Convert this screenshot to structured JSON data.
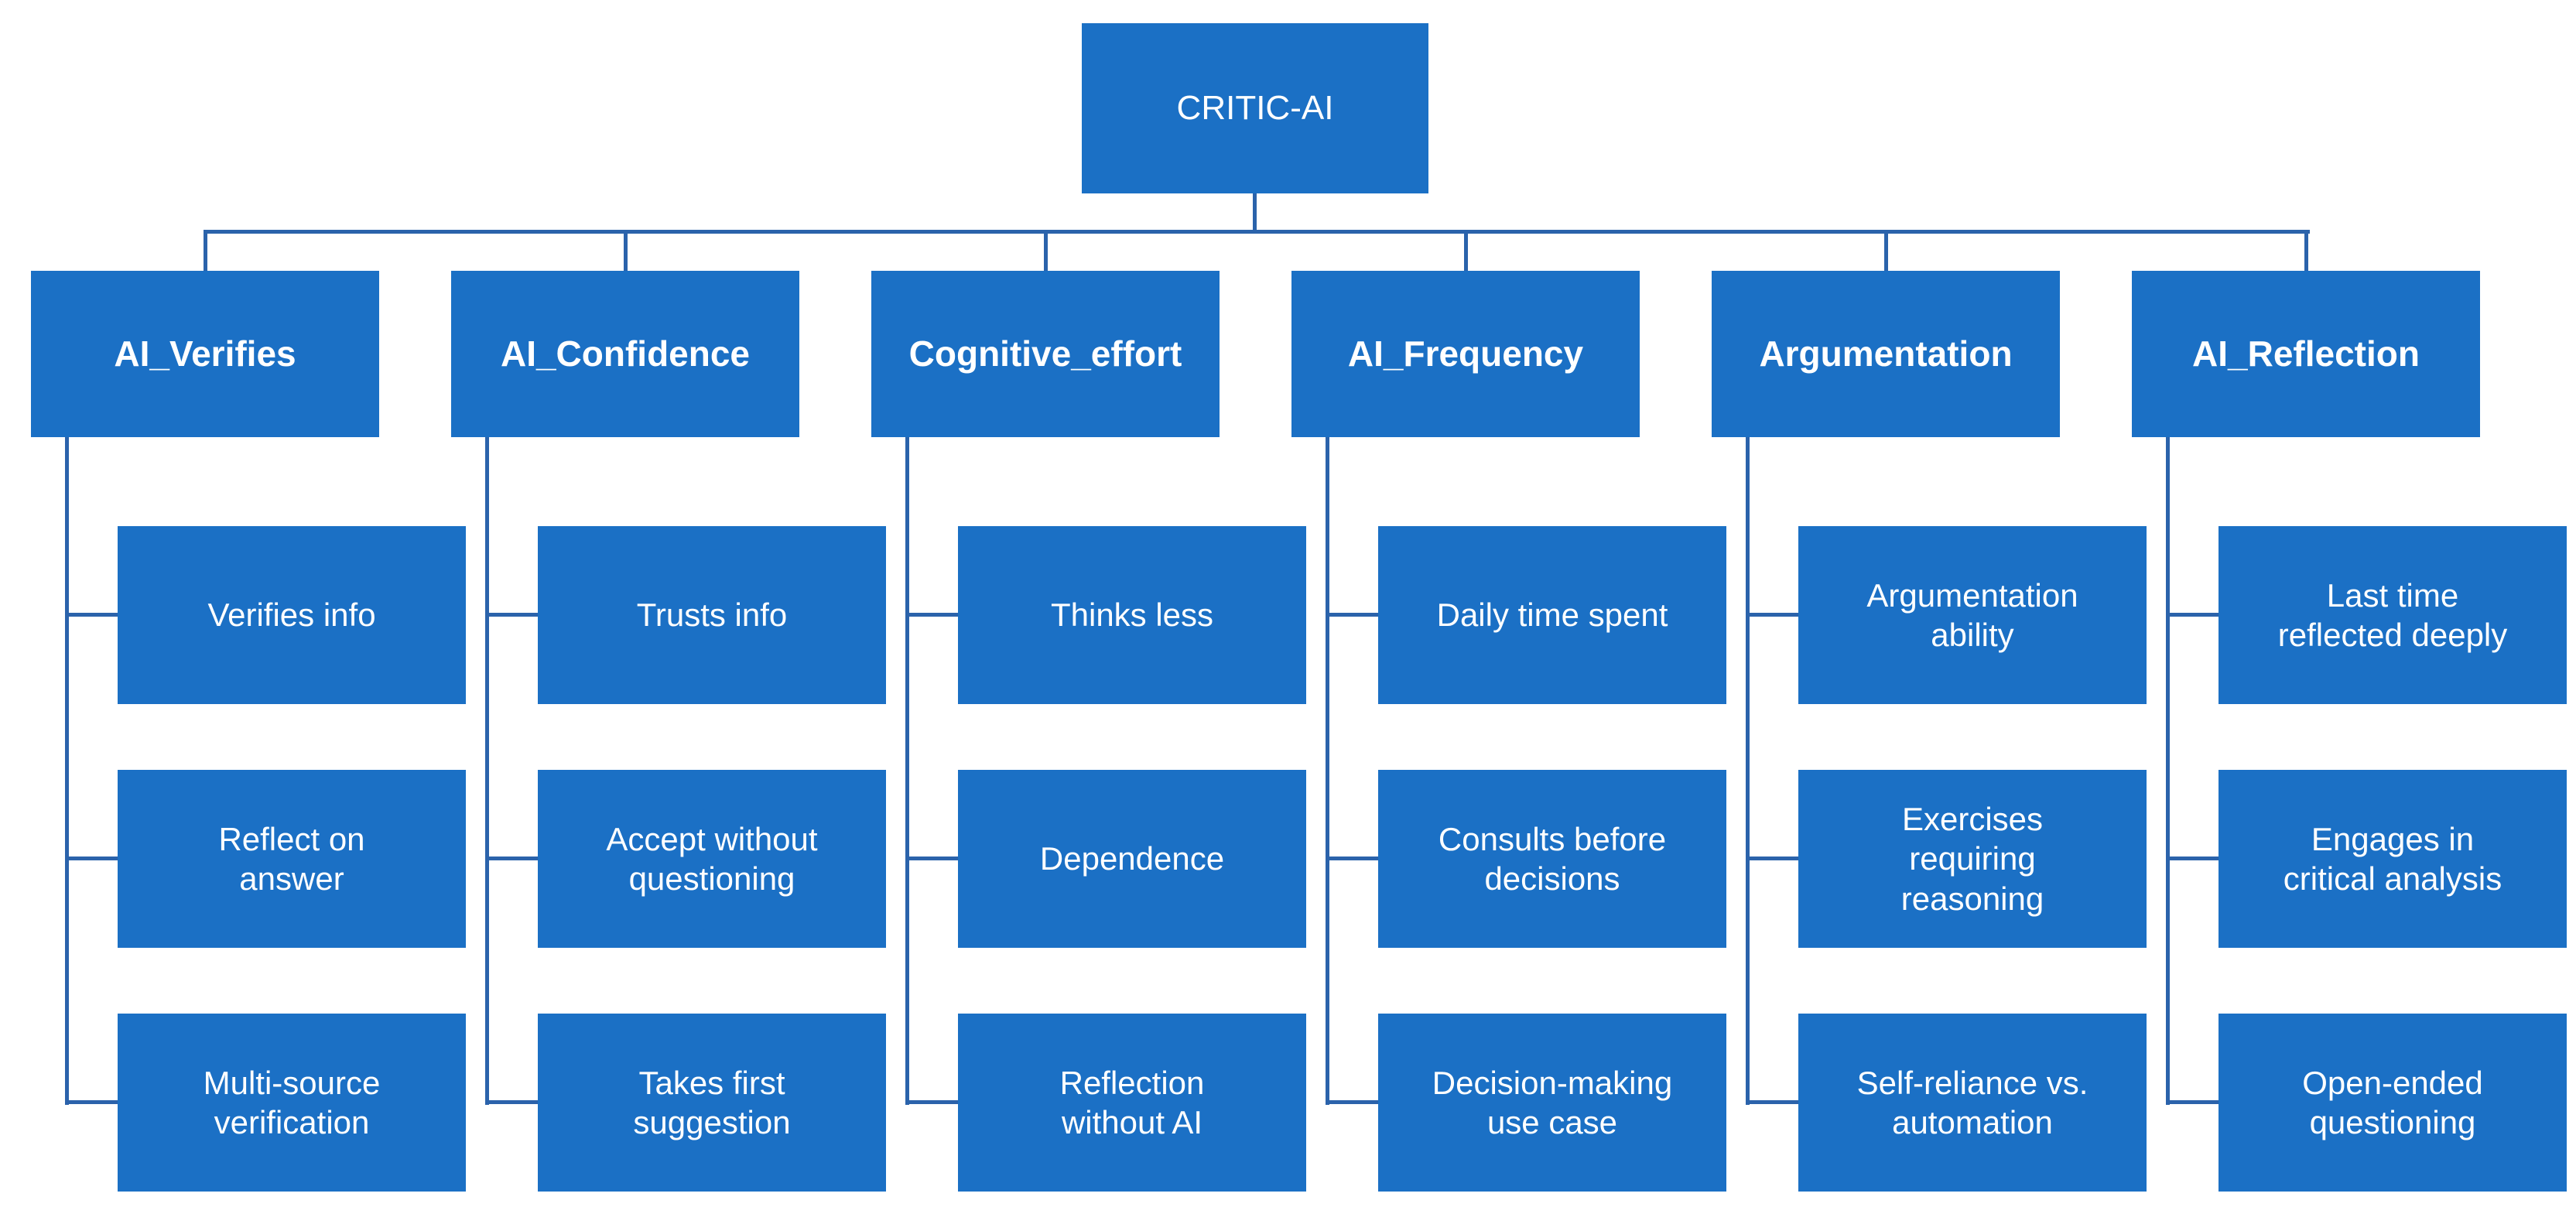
{
  "colors": {
    "node_fill": "#1b70c5",
    "node_text": "#ffffff",
    "connector": "#2b63ab",
    "background": "#ffffff"
  },
  "tree": {
    "root": "CRITIC-AI",
    "branches": [
      {
        "label": "AI_Verifies",
        "children": [
          "Verifies info",
          "Reflect on\nanswer",
          "Multi-source\nverification"
        ]
      },
      {
        "label": "AI_Confidence",
        "children": [
          "Trusts info",
          "Accept without\nquestioning",
          "Takes first\nsuggestion"
        ]
      },
      {
        "label": "Cognitive_effort",
        "children": [
          "Thinks less",
          "Dependence",
          "Reflection\nwithout AI"
        ]
      },
      {
        "label": "AI_Frequency",
        "children": [
          "Daily time spent",
          "Consults before\ndecisions",
          "Decision-making\nuse case"
        ]
      },
      {
        "label": "Argumentation",
        "children": [
          "Argumentation\nability",
          "Exercises\nrequiring\nreasoning",
          "Self-reliance vs.\nautomation"
        ]
      },
      {
        "label": "AI_Reflection",
        "children": [
          "Last time\nreflected deeply",
          "Engages in\ncritical analysis",
          "Open-ended\nquestioning"
        ]
      }
    ]
  }
}
